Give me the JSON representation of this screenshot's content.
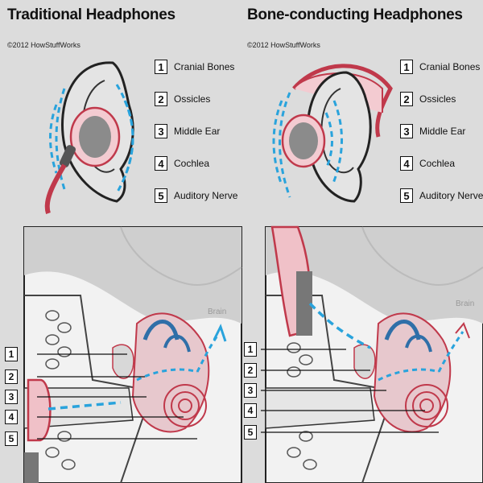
{
  "left": {
    "title": "Traditional Headphones",
    "copyright": "©2012 HowStuffWorks",
    "brain_label": "Brain"
  },
  "right": {
    "title": "Bone-conducting Headphones",
    "copyright": "©2012 HowStuffWorks",
    "brain_label": "Brain"
  },
  "legend": [
    {
      "num": "1",
      "label": "Cranial Bones"
    },
    {
      "num": "2",
      "label": "Ossicles"
    },
    {
      "num": "3",
      "label": "Middle Ear"
    },
    {
      "num": "4",
      "label": "Cochlea"
    },
    {
      "num": "5",
      "label": "Auditory Nerve"
    }
  ],
  "callouts": [
    "1",
    "2",
    "3",
    "4",
    "5"
  ],
  "colors": {
    "background": "#dcdcdc",
    "sound_wave": "#29a3dc",
    "headphone_red": "#c0394b",
    "bone": "#efefef"
  }
}
